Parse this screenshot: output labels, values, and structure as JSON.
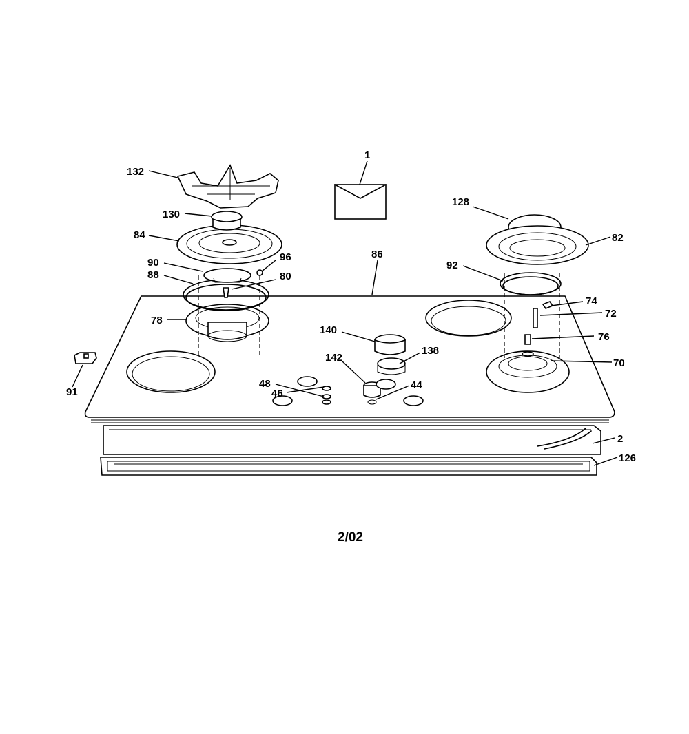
{
  "diagram": {
    "labels": {
      "p1": "1",
      "p132": "132",
      "p130": "130",
      "p84": "84",
      "p90": "90",
      "p88": "88",
      "p96": "96",
      "p80": "80",
      "p78": "78",
      "p91": "91",
      "p86": "86",
      "p128": "128",
      "p82": "82",
      "p92": "92",
      "p74": "74",
      "p72": "72",
      "p76": "76",
      "p70": "70",
      "p140": "140",
      "p138": "138",
      "p142": "142",
      "p46": "46",
      "p48": "48",
      "p44": "44",
      "p2": "2",
      "p126": "126"
    },
    "footer": "2/02"
  }
}
